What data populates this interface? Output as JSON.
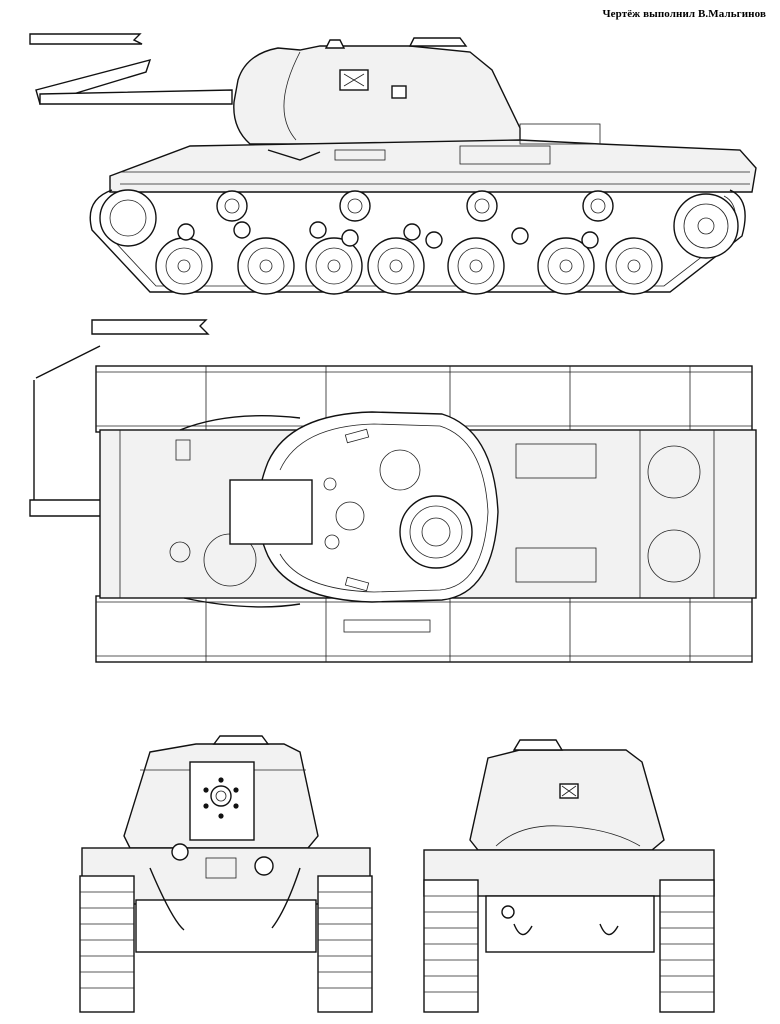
{
  "credit": "Чертёж выполнил В.Мальгинов",
  "views": [
    "side-view",
    "top-view",
    "front-view",
    "rear-view"
  ]
}
